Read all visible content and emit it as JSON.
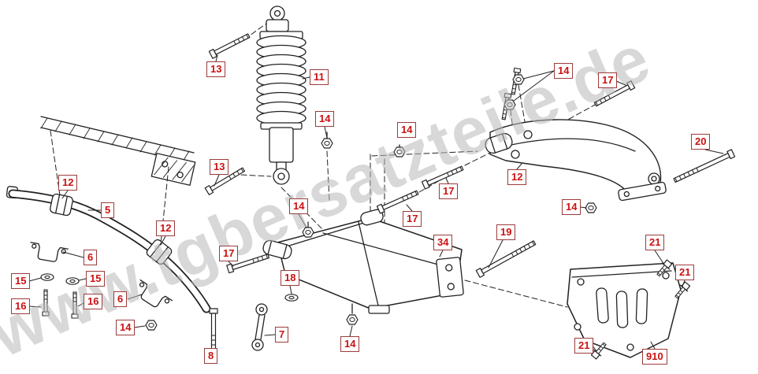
{
  "watermark": {
    "text": "www.tgbersatzteile.de"
  },
  "colors": {
    "background": "#ffffff",
    "line_art": "#222222",
    "label_text": "#cc1111",
    "label_border": "#9c3c3c",
    "watermark": "#b9b9b9"
  },
  "labels": [
    {
      "text": "13"
    },
    {
      "text": "11"
    },
    {
      "text": "14"
    },
    {
      "text": "17"
    },
    {
      "text": "14"
    },
    {
      "text": "14"
    },
    {
      "text": "20"
    },
    {
      "text": "13"
    },
    {
      "text": "12"
    },
    {
      "text": "12"
    },
    {
      "text": "17"
    },
    {
      "text": "14"
    },
    {
      "text": "5"
    },
    {
      "text": "14"
    },
    {
      "text": "17"
    },
    {
      "text": "12"
    },
    {
      "text": "34"
    },
    {
      "text": "19"
    },
    {
      "text": "6"
    },
    {
      "text": "21"
    },
    {
      "text": "17"
    },
    {
      "text": "15"
    },
    {
      "text": "15"
    },
    {
      "text": "18"
    },
    {
      "text": "21"
    },
    {
      "text": "16"
    },
    {
      "text": "16"
    },
    {
      "text": "6"
    },
    {
      "text": "7"
    },
    {
      "text": "14"
    },
    {
      "text": "8"
    },
    {
      "text": "14"
    },
    {
      "text": "21"
    },
    {
      "text": "910"
    }
  ]
}
